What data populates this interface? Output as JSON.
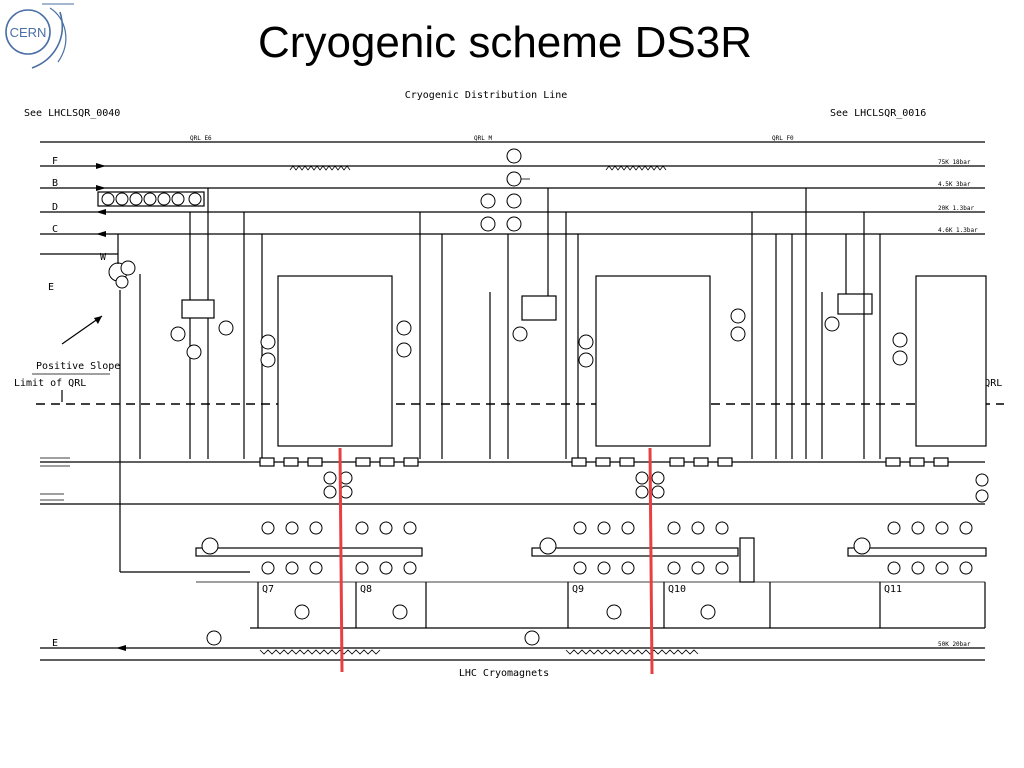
{
  "slide": {
    "title": "Cryogenic scheme DS3R",
    "logo_text": "CERN"
  },
  "scheme": {
    "top_title": "Cryogenic Distribution Line",
    "bottom_title": "LHC Cryomagnets",
    "see_left": "See LHCLSQR_0040",
    "see_right": "See LHCLSQR_0016",
    "header_tags": [
      "QRL E6",
      "QRL M",
      "QRL F0"
    ],
    "line_letters": [
      "F",
      "B",
      "D",
      "C",
      "E"
    ],
    "right_line_notes": [
      "75K 18bar",
      "4.5K 3bar",
      "20K 1.3bar",
      "4.6K 1.3bar",
      "50K 20bar"
    ],
    "positive_slope": "Positive Slope",
    "limit_left": "Limit of QRL",
    "limit_right": "Limit of QRL",
    "w_label": "W",
    "cell_labels": [
      "Q7",
      "Q8",
      "Q9",
      "Q10",
      "Q11"
    ]
  },
  "colors": {
    "line": "#000000",
    "marker": "#e84040",
    "logo": "#4a6fa5"
  },
  "icons": {
    "logo": "cern-logo",
    "instrument": "instrument-bubble-icon",
    "valve": "valve-icon"
  }
}
